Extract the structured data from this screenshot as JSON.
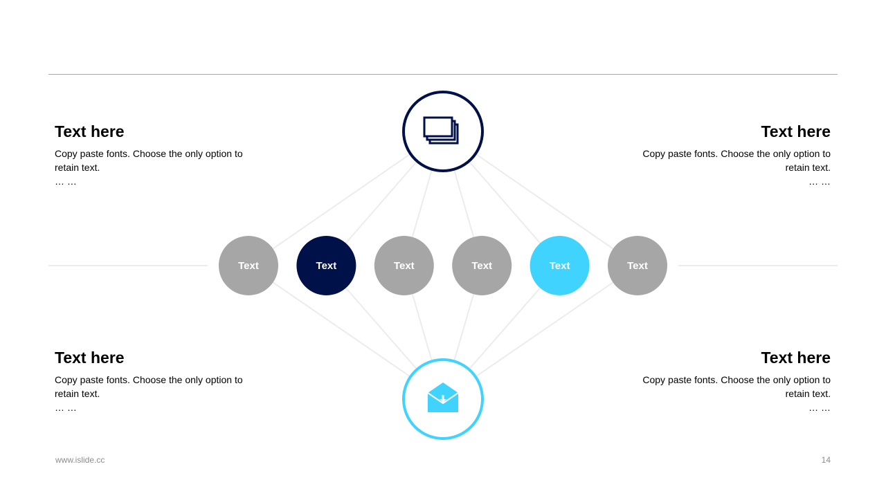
{
  "colors": {
    "navy": "#001049",
    "cyan": "#40d3fe",
    "gray": "#a6a6a6",
    "line": "#ececec",
    "divider": "#d9d9d9"
  },
  "top_node": {
    "icon": "stacked-cards-icon",
    "color": "#001049"
  },
  "bottom_node": {
    "icon": "mail-download-icon",
    "color": "#40d3fe"
  },
  "nodes": [
    {
      "label": "Text",
      "color": "#a6a6a6"
    },
    {
      "label": "Text",
      "color": "#001049"
    },
    {
      "label": "Text",
      "color": "#a6a6a6"
    },
    {
      "label": "Text",
      "color": "#a6a6a6"
    },
    {
      "label": "Text",
      "color": "#40d3fe"
    },
    {
      "label": "Text",
      "color": "#a6a6a6"
    }
  ],
  "blocks": {
    "top_left": {
      "title": "Text here",
      "body": "Copy paste fonts. Choose the only option to retain text.",
      "ellipsis": "… …"
    },
    "top_right": {
      "title": "Text here",
      "body": "Copy paste fonts. Choose the only option to retain text.",
      "ellipsis": "… …"
    },
    "bottom_left": {
      "title": "Text here",
      "body": "Copy paste fonts. Choose the only option to retain text.",
      "ellipsis": "… …"
    },
    "bottom_right": {
      "title": "Text here",
      "body": "Copy paste fonts. Choose the only option to retain text.",
      "ellipsis": "… …"
    }
  },
  "footer": {
    "website": "www.islide.cc",
    "page_number": "14"
  }
}
